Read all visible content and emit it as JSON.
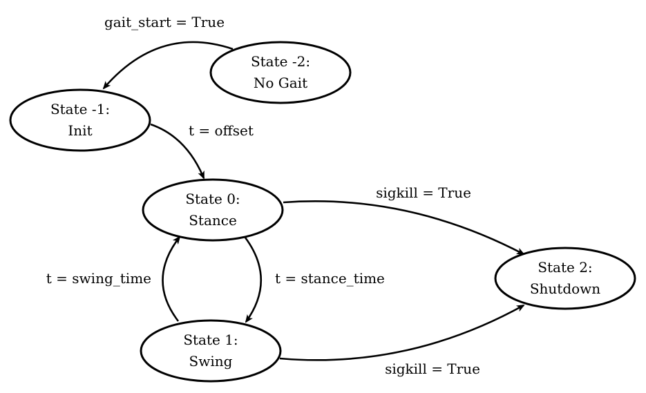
{
  "diagram": {
    "states": {
      "no_gait": {
        "line1": "State -2:",
        "line2": "No Gait"
      },
      "init": {
        "line1": "State -1:",
        "line2": "Init"
      },
      "stance": {
        "line1": "State 0:",
        "line2": "Stance"
      },
      "swing": {
        "line1": "State 1:",
        "line2": "Swing"
      },
      "shutdown": {
        "line1": "State 2:",
        "line2": "Shutdown"
      }
    },
    "transitions": {
      "no_gait_to_init": {
        "label": "gait_start = True"
      },
      "init_to_stance": {
        "label": "t = offset"
      },
      "stance_to_swing": {
        "label": "t = stance_time"
      },
      "swing_to_stance": {
        "label": "t = swing_time"
      },
      "stance_to_shutdown": {
        "label": "sigkill = True"
      },
      "swing_to_shutdown": {
        "label": "sigkill = True"
      }
    }
  }
}
